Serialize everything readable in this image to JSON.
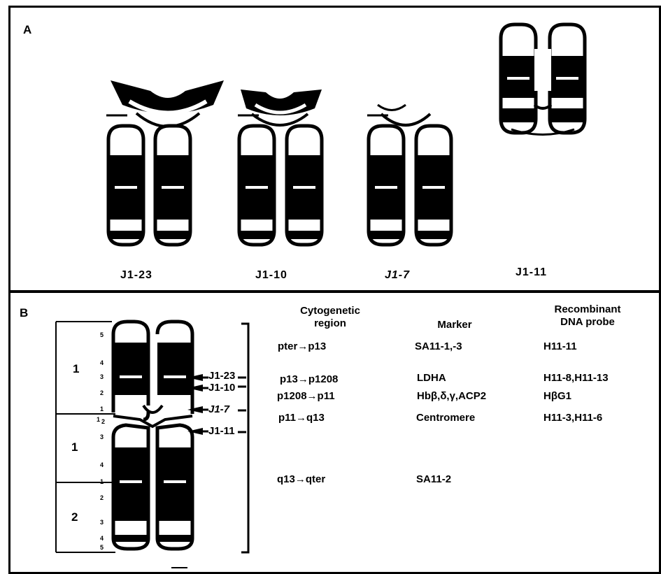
{
  "panel_a": {
    "label": "A",
    "chromosomes": [
      {
        "id": "J1-23"
      },
      {
        "id": "J1-10"
      },
      {
        "id": "J1-7"
      },
      {
        "id": "J1-11"
      }
    ]
  },
  "panel_b": {
    "label": "B",
    "headers": {
      "region": "Cytogenetic region",
      "marker": "Marker",
      "probe": "Recombinant DNA probe"
    },
    "rows": [
      {
        "region": "pter→p13",
        "marker": "SA11-1,-3",
        "probe": "H11-11"
      },
      {
        "region": "p13→p1208",
        "marker": "LDHA",
        "probe": "H11-8,H11-13"
      },
      {
        "region": "p1208→p11",
        "marker": "Hbβ,δ,γ,ACP2",
        "probe": "HβG1"
      },
      {
        "region": "p11→q13",
        "marker": "Centromere",
        "probe": "H11-3,H11-6"
      },
      {
        "region": "q13→qter",
        "marker": "SA11-2",
        "probe": ""
      }
    ],
    "breakpoints": [
      "J1-23",
      "J1-10",
      "J1-7",
      "J1-11"
    ],
    "regions": [
      "1",
      "1",
      "2"
    ],
    "bands": [
      "5",
      "4",
      "3",
      "2",
      "1",
      "1",
      "2",
      "3",
      "4",
      "1",
      "2",
      "3",
      "4",
      "5"
    ]
  }
}
